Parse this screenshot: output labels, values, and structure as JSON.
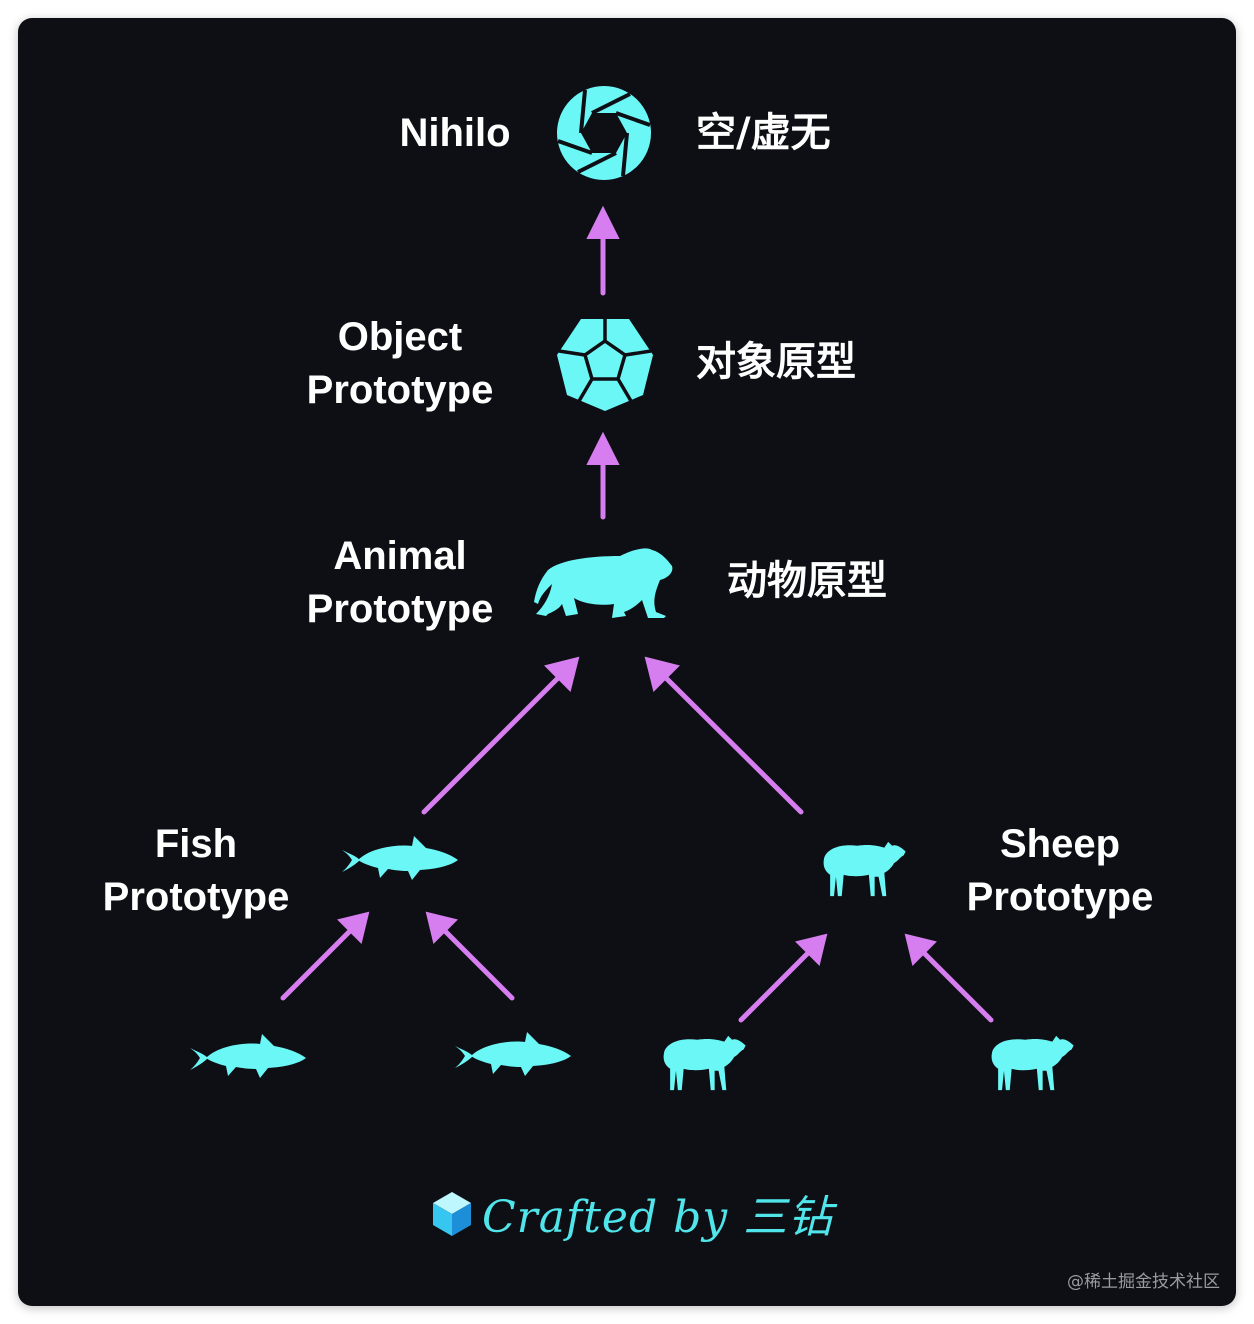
{
  "colors": {
    "background": "#0e0f14",
    "node": "#6cf7f7",
    "arrow": "#d67ef0",
    "text": "#ffffff",
    "footer": "#4fe5ea"
  },
  "nodes": {
    "nihilo": {
      "label_en": "Nihilo",
      "label_zh": "空/虚无",
      "icon": "aperture-icon"
    },
    "object_prototype": {
      "label_en": "Object\nPrototype",
      "label_zh": "对象原型",
      "icon": "dodecahedron-icon"
    },
    "animal_prototype": {
      "label_en": "Animal\nPrototype",
      "label_zh": "动物原型",
      "icon": "tiger-icon"
    },
    "fish_prototype": {
      "label_en": "Fish\nPrototype",
      "icon": "fish-icon"
    },
    "sheep_prototype": {
      "label_en": "Sheep\nPrototype",
      "icon": "sheep-icon"
    },
    "instances": [
      "fish-icon",
      "fish-icon",
      "sheep-icon",
      "sheep-icon"
    ]
  },
  "footer": {
    "text": "Crafted by 三钻",
    "icon": "cube-icon"
  },
  "watermark": "@稀土掘金技术社区"
}
